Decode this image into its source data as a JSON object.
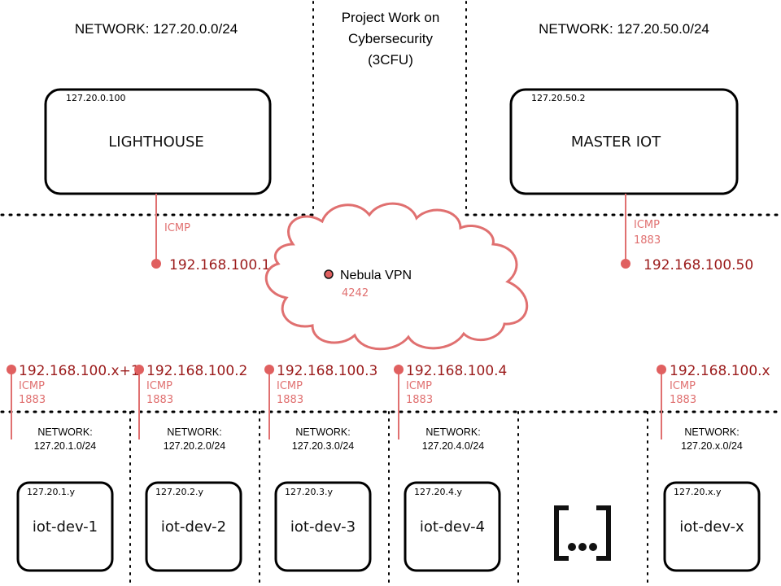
{
  "title": {
    "line1": "Project Work on",
    "line2": "Cybersecurity",
    "line3": "(3CFU)"
  },
  "networks": {
    "left": "NETWORK: 127.20.0.0/24",
    "right": "NETWORK: 127.20.50.0/24"
  },
  "lighthouse": {
    "ip": "127.20.0.100",
    "label": "LIGHTHOUSE",
    "vpn_ip": "192.168.100.1",
    "ports": [
      "ICMP"
    ]
  },
  "master": {
    "ip": "127.20.50.2",
    "label": "MASTER IOT",
    "vpn_ip": "192.168.100.50",
    "ports": [
      "ICMP",
      "1883"
    ]
  },
  "vpn": {
    "label": "Nebula VPN",
    "port": "4242"
  },
  "devices": [
    {
      "vpn_ip": "192.168.100.x+1",
      "ports": [
        "ICMP",
        "1883"
      ],
      "net_label": "NETWORK:",
      "net": "127.20.1.0/24",
      "ip": "127.20.1.y",
      "name": "iot-dev-1"
    },
    {
      "vpn_ip": "192.168.100.2",
      "ports": [
        "ICMP",
        "1883"
      ],
      "net_label": "NETWORK:",
      "net": "127.20.2.0/24",
      "ip": "127.20.2.y",
      "name": "iot-dev-2"
    },
    {
      "vpn_ip": "192.168.100.3",
      "ports": [
        "ICMP",
        "1883"
      ],
      "net_label": "NETWORK:",
      "net": "127.20.3.0/24",
      "ip": "127.20.3.y",
      "name": "iot-dev-3"
    },
    {
      "vpn_ip": "192.168.100.4",
      "ports": [
        "ICMP",
        "1883"
      ],
      "net_label": "NETWORK:",
      "net": "127.20.4.0/24",
      "ip": "127.20.4.y",
      "name": "iot-dev-4"
    },
    {
      "vpn_ip": "192.168.100.x",
      "ports": [
        "ICMP",
        "1883"
      ],
      "net_label": "NETWORK:",
      "net": "127.20.x.0/24",
      "ip": "127.20.x.y",
      "name": "iot-dev-x"
    }
  ],
  "colors": {
    "link": "#e07070",
    "ip_text": "#9b1b1b",
    "dot": "#e06060"
  }
}
